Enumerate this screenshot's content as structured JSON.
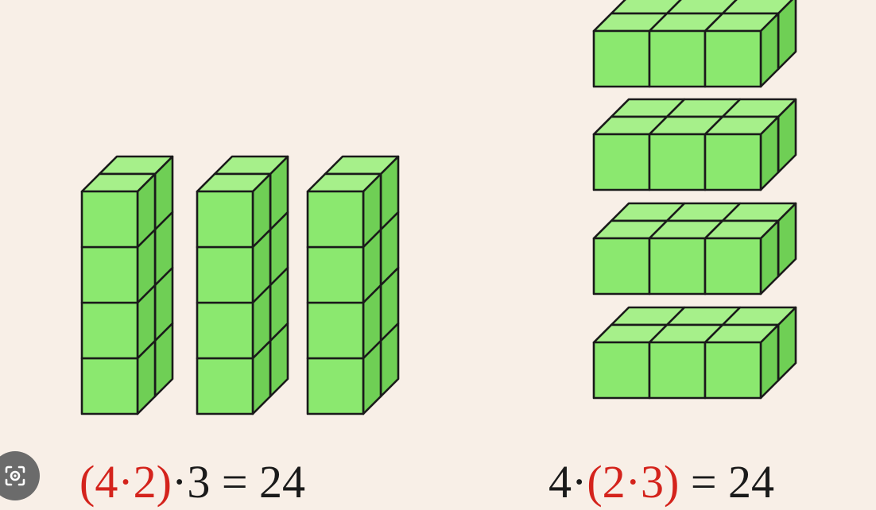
{
  "colors": {
    "background": "#f8efe7",
    "cube_front": "#8be86f",
    "cube_top": "#a6f08a",
    "cube_side": "#6fcf55",
    "edge": "#1a1a1a",
    "highlight": "#d4231c",
    "text": "#1a1a1a"
  },
  "left_group": {
    "towers": 3,
    "cubes_per_tower": 4,
    "tower_size": [
      1,
      2
    ],
    "equation": {
      "open_paren": "(",
      "a": "4",
      "dot1": "·",
      "b": "2",
      "close_paren": ")",
      "dot2": "·",
      "c": "3",
      "equals": "=",
      "result": "24"
    }
  },
  "right_group": {
    "layers": 4,
    "layer_size": [
      3,
      2
    ],
    "equation": {
      "a": "4",
      "dot1": "·",
      "open_paren": "(",
      "b": "2",
      "dot2": "·",
      "c": "3",
      "close_paren": ")",
      "equals": "=",
      "result": "24"
    }
  },
  "overlay_icon": "camera-lens-icon"
}
